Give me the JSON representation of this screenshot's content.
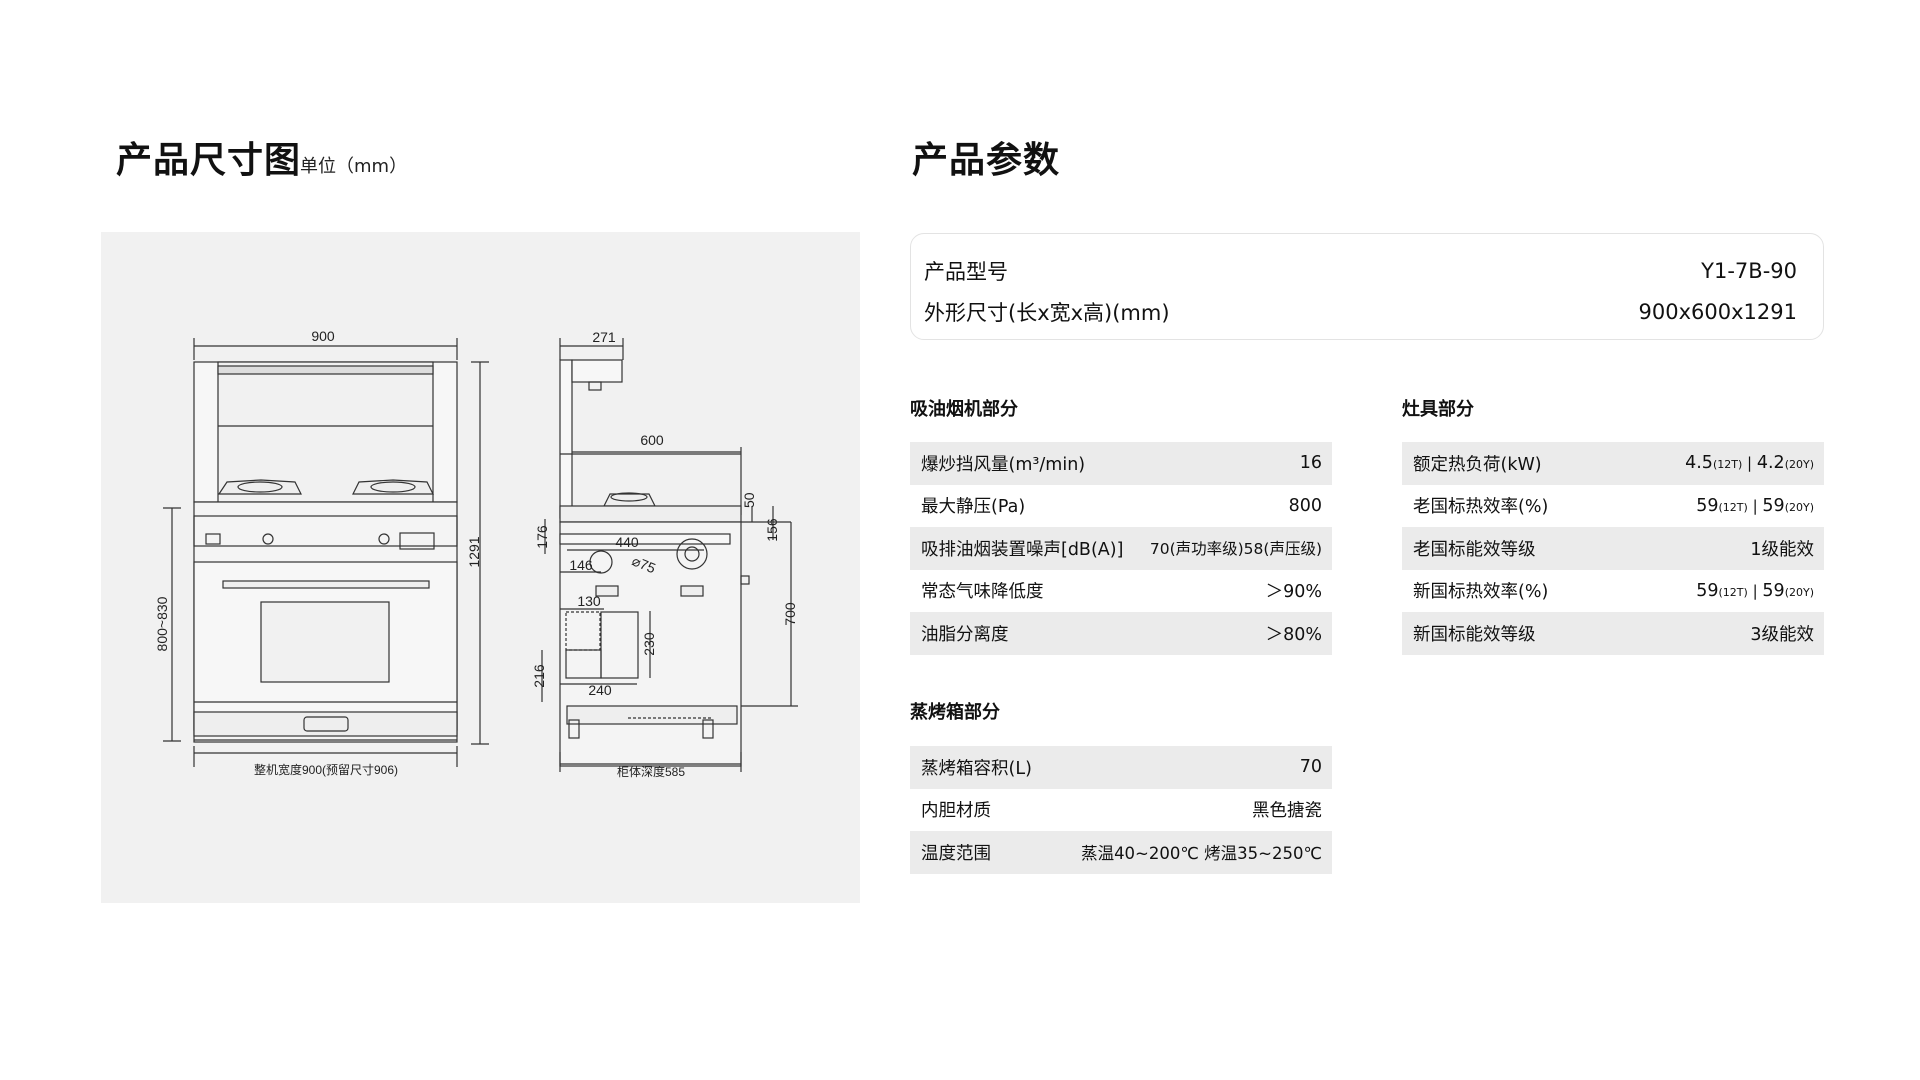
{
  "drawing": {
    "title": "产品尺寸图",
    "unit": "单位（mm）",
    "front": {
      "dim_width": "900",
      "dim_height": "1291",
      "dim_counter": "800~830",
      "caption": "整机宽度900(预留尺寸906)"
    },
    "side": {
      "dim_top": "271",
      "dim_600": "600",
      "dim_50": "50",
      "dim_156": "156",
      "dim_176": "176",
      "dim_440": "440",
      "dim_146": "146",
      "dim_d75": "⌀75",
      "dim_130": "130",
      "dim_230": "230",
      "dim_216": "216",
      "dim_240": "240",
      "dim_700": "700",
      "caption": "柜体深度585"
    }
  },
  "params": {
    "title": "产品参数",
    "model_label": "产品型号",
    "model_value": "Y1-7B-90",
    "size_label": "外形尺寸(长x宽x高)(mm)",
    "size_value": "900x600x1291"
  },
  "hood": {
    "title": "吸油烟机部分",
    "rows": [
      {
        "label": "爆炒挡风量(m³/min)",
        "value": "16"
      },
      {
        "label": "最大静压(Pa)",
        "value": "800"
      },
      {
        "label": "吸排油烟装置噪声[dB(A)]",
        "value": "70(声功率级)58(声压级)"
      },
      {
        "label": "常态气味降低度",
        "value": "＞90%"
      },
      {
        "label": "油脂分离度",
        "value": "＞80%"
      }
    ]
  },
  "oven": {
    "title": "蒸烤箱部分",
    "rows": [
      {
        "label": "蒸烤箱容积(L)",
        "value": "70"
      },
      {
        "label": "内胆材质",
        "value": "黑色搪瓷"
      },
      {
        "label": "温度范围",
        "value": "蒸温40~200℃  烤温35~250℃"
      }
    ]
  },
  "stove": {
    "title": "灶具部分",
    "rows": [
      {
        "label": "额定热负荷(kW)",
        "v1": "4.5",
        "s1": "(12T)",
        "sep": " | ",
        "v2": "4.2",
        "s2": "(20Y)"
      },
      {
        "label": "老国标热效率(%)",
        "v1": "59",
        "s1": "(12T)",
        "sep": " | ",
        "v2": "59",
        "s2": "(20Y)"
      },
      {
        "label": "老国标能效等级",
        "value": "1级能效"
      },
      {
        "label": "新国标热效率(%)",
        "v1": "59",
        "s1": "(12T)",
        "sep": " | ",
        "v2": "59",
        "s2": "(20Y)"
      },
      {
        "label": "新国标能效等级",
        "value": "3级能效"
      }
    ]
  }
}
